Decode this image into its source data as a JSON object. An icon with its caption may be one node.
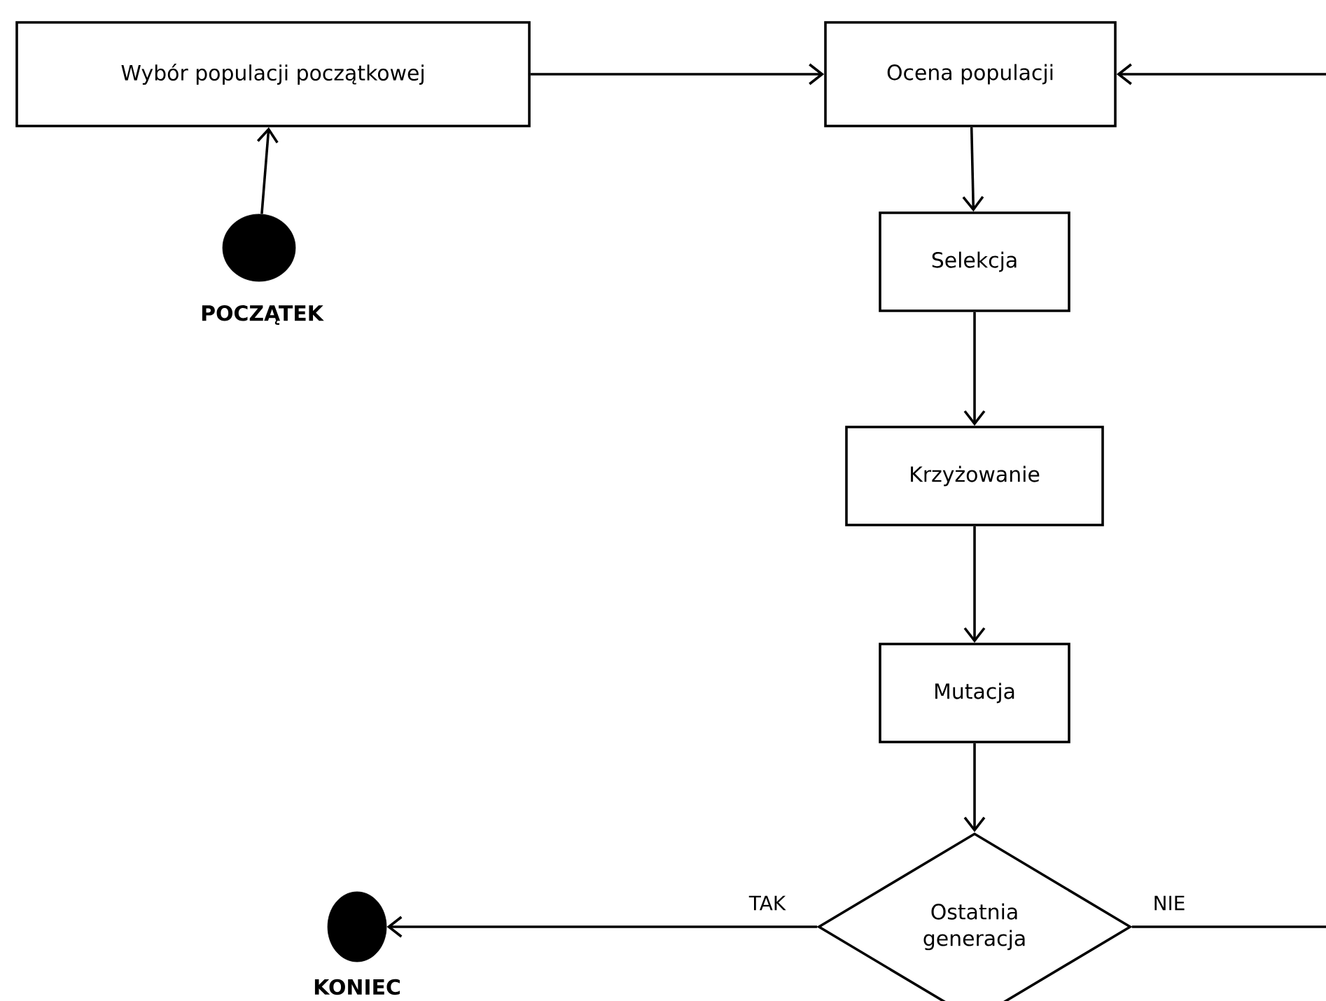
{
  "diagram": {
    "nodes": [
      {
        "text": [
          "Wybór populacji początkowej"
        ]
      },
      {
        "text": [
          "Ocena populacji"
        ]
      },
      {
        "text": [
          "Selekcja"
        ]
      },
      {
        "text": [
          "Krzyżowanie"
        ]
      },
      {
        "text": [
          "Mutacja"
        ]
      },
      {
        "text": [
          "Ostatnia generacja"
        ]
      },
      {
        "text": [],
        "shape": "circle",
        "beside": [
          "POCZĄTEK"
        ]
      },
      {
        "text": [],
        "shape": "circle",
        "beside": [
          "KONIEC"
        ]
      }
    ],
    "edges": [
      {
        "from": 6,
        "to": 0,
        "arrow": "to"
      },
      {
        "from": 0,
        "to": 1,
        "arrow": "to"
      },
      {
        "from": 1,
        "to": 2,
        "arrow": "to"
      },
      {
        "from": 2,
        "to": 3,
        "arrow": "to"
      },
      {
        "from": 3,
        "to": 4,
        "arrow": "to"
      },
      {
        "from": 4,
        "to": 5,
        "arrow": "to"
      },
      {
        "from": 5,
        "to": 7,
        "arrow": "to",
        "label": "TAK"
      },
      {
        "from": 5,
        "to": null,
        "arrow": "none",
        "label": "NIE"
      },
      {
        "from": null,
        "to": 1,
        "arrow": "to"
      }
    ]
  }
}
